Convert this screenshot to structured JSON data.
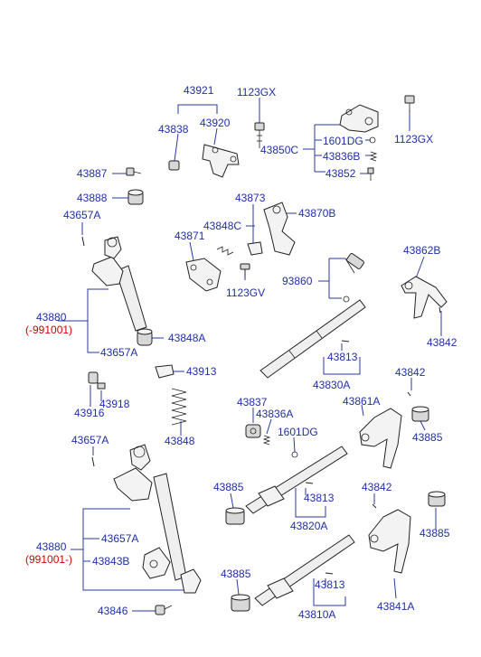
{
  "labels": {
    "p43921": "43921",
    "p1123GX_a": "1123GX",
    "p43838": "43838",
    "p43920": "43920",
    "p43850C": "43850C",
    "p1601DG_a": "1601DG",
    "p43836B": "43836B",
    "p43852": "43852",
    "p1123GX_b": "1123GX",
    "p43887": "43887",
    "p43888": "43888",
    "p43657A_1": "43657A",
    "p43873": "43873",
    "p43848C": "43848C",
    "p43870B": "43870B",
    "p43871": "43871",
    "p1123GV": "1123GV",
    "p93860": "93860",
    "p43862B": "43862B",
    "p43842_a": "43842",
    "p43880_a": "43880",
    "p991001_a": "(-991001)",
    "p43848A": "43848A",
    "p43657A_2": "43657A",
    "p43913": "43913",
    "p43813_a": "43813",
    "p43830A": "43830A",
    "p43842_b": "43842",
    "p43916": "43916",
    "p43918": "43918",
    "p43848": "43848",
    "p43837": "43837",
    "p43836A": "43836A",
    "p1601DG_b": "1601DG",
    "p43861A": "43861A",
    "p43885_a": "43885",
    "p43657A_3": "43657A",
    "p43885_b": "43885",
    "p43813_b": "43813",
    "p43842_c": "43842",
    "p43820A": "43820A",
    "p43885_c": "43885",
    "p43880_b": "43880",
    "p991001_b": "(991001-)",
    "p43657A_4": "43657A",
    "p43843B": "43843B",
    "p43885_d": "43885",
    "p43813_c": "43813",
    "p43846": "43846",
    "p43810A": "43810A",
    "p43841A": "43841A"
  },
  "colors": {
    "label": "#1f2fa8",
    "applicability": "#d10000",
    "leader": "#2a3a9e"
  }
}
